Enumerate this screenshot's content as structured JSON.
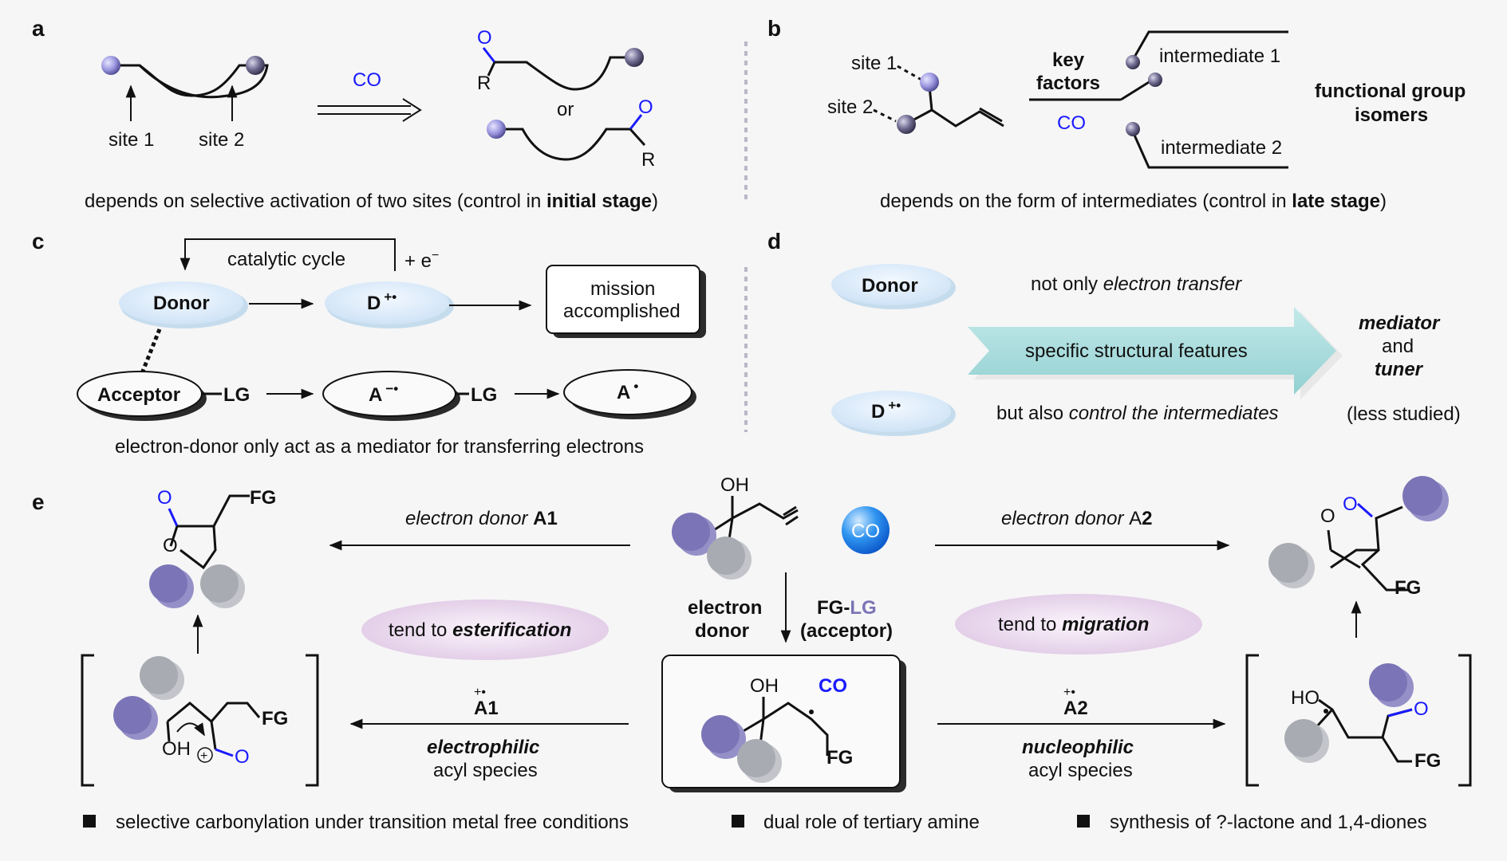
{
  "panels": {
    "a": {
      "letter": "a",
      "site1": "site 1",
      "site2": "site 2",
      "co": "CO",
      "o_top": "O",
      "r_top": "R",
      "or": "or",
      "o_bottom": "O",
      "r_bottom": "R",
      "caption_pre": "depends on selective activation of two sites (control in ",
      "caption_bold": "initial stage",
      "caption_post": ")"
    },
    "b": {
      "letter": "b",
      "site1": "site 1",
      "site2": "site 2",
      "key_factors_1": "key",
      "key_factors_2": "factors",
      "co": "CO",
      "intermediate1": "intermediate 1",
      "intermediate2": "intermediate 2",
      "fg_isomers_1": "functional group",
      "fg_isomers_2": "isomers",
      "caption_pre": "depends on the form of intermediates (control in ",
      "caption_bold": "late stage",
      "caption_post": ")"
    },
    "c": {
      "letter": "c",
      "catalytic_cycle": "catalytic cycle",
      "plus_e": "+ e",
      "e_sup": "−",
      "donor": "Donor",
      "d_radical": "D",
      "d_radical_sup": "+•",
      "mission_1": "mission",
      "mission_2": "accomplished",
      "acceptor": "Acceptor",
      "lg1": "LG",
      "a_radical": "A",
      "a_radical_sup": "−•",
      "lg2": "LG",
      "a_dot": "A",
      "a_dot_sup": "•",
      "caption": "electron-donor only act as a mediator for transferring electrons"
    },
    "d": {
      "letter": "d",
      "donor": "Donor",
      "d_radical": "D",
      "d_radical_sup": "+•",
      "line1_pre": "not only ",
      "line1_ital": "electron transfer",
      "arrow_text": "specific structural  features",
      "line2_pre": "but also ",
      "line2_ital": "control the intermediates",
      "mediator": "mediator",
      "and": "and",
      "tuner": "tuner",
      "less_studied": "(less studied)"
    },
    "e": {
      "letter": "e",
      "oh_top": "OH",
      "co_bubble": "CO",
      "donor_a1_ital": "electron donor ",
      "donor_a1_bold": "A1",
      "donor_a2_ital": "electron donor ",
      "donor_a2_bold": "2",
      "donor_a2_plain": "A",
      "fg_left": "FG",
      "o_left": "O",
      "o_ring": "O",
      "fg_right": "FG",
      "o_right_1": "O",
      "o_right_2": "O",
      "tend_ester_pre": "tend to ",
      "tend_ester_bold": "esterification",
      "tend_migr_pre": "tend to ",
      "tend_migr_bold": "migration",
      "electron": "electron",
      "donor": "donor",
      "fg_lg_fg": "FG-",
      "fg_lg_lg": "LG",
      "acceptor": "(acceptor)",
      "oh_center": "OH",
      "co_center": "CO",
      "fg_center": "FG",
      "fg_bracket_left": "FG",
      "oh_bracket_left": "OH",
      "o_bracket_left": "O",
      "plus_circle": "+",
      "a1_sup": "+•",
      "a1": "A1",
      "electrophilic": "electrophilic",
      "acyl1": "acyl species",
      "a2_sup": "+•",
      "a2": "A2",
      "nucleophilic": "nucleophilic",
      "acyl2": "acyl species",
      "ho_bracket_right": "HO",
      "o_bracket_right": "O",
      "fg_bracket_right": "FG"
    }
  },
  "bullets": [
    "selective carbonylation under transition metal free conditions",
    "dual role of tertiary amine",
    "synthesis of  ?-lactone and 1,4-diones"
  ],
  "colors": {
    "carbonyl_blue": "#1a1aff",
    "sphere_purple": "#7b74b6",
    "sphere_gray": "#a9abb2",
    "arrow_teal": "#a8dcdc",
    "pill_pink": "#ecdcee",
    "ellipse_blue": "#dcecf8"
  }
}
